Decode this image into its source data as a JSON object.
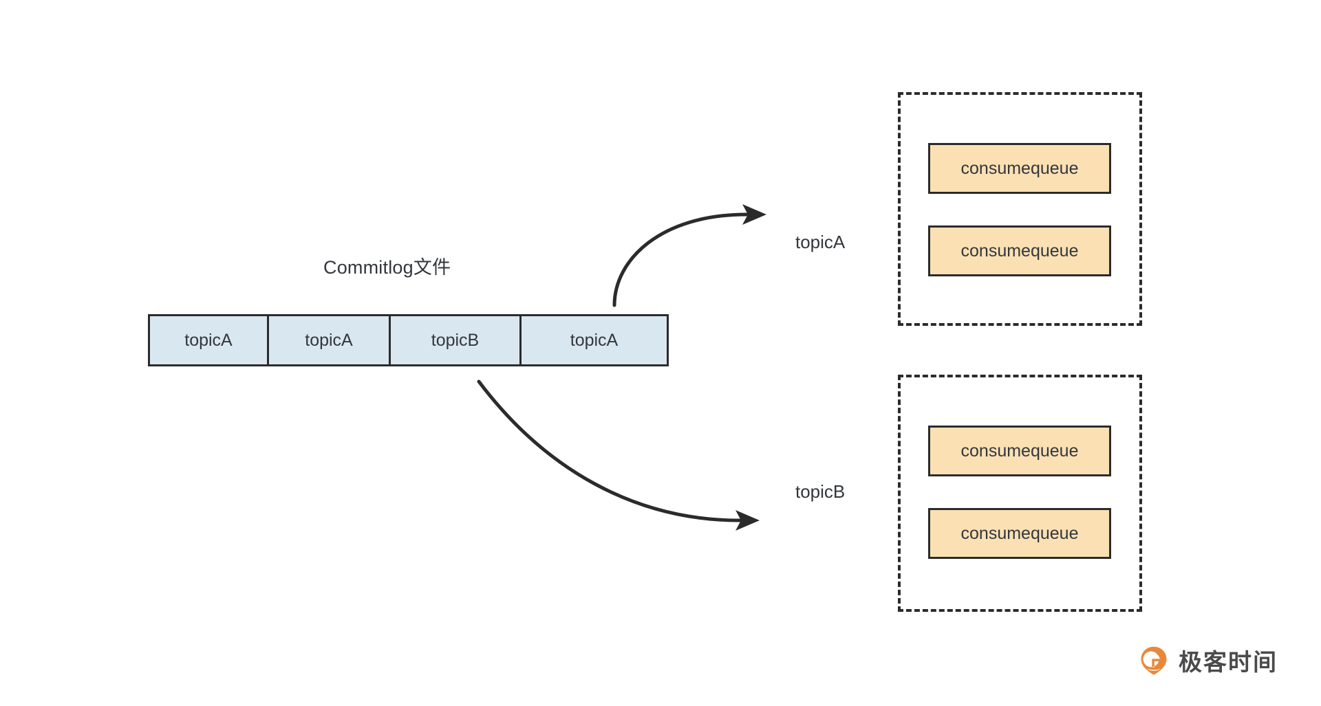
{
  "diagram": {
    "title": "Commitlog文件",
    "commitlog": {
      "label": "Commitlog文件",
      "cells": [
        {
          "label": "topicA"
        },
        {
          "label": "topicA"
        },
        {
          "label": "topicB"
        },
        {
          "label": "topicA"
        }
      ],
      "fill_color": "#d9e7f0",
      "border_color": "#2b2b2b"
    },
    "topic_groups": [
      {
        "label": "topicA",
        "queues": [
          {
            "label": "consumequeue"
          },
          {
            "label": "consumequeue"
          }
        ],
        "fill_color": "#fbe0b4",
        "border_color": "#2b2b2b",
        "border_style": "dashed"
      },
      {
        "label": "topicB",
        "queues": [
          {
            "label": "consumequeue"
          },
          {
            "label": "consumequeue"
          }
        ],
        "fill_color": "#fbe0b4",
        "border_color": "#2b2b2b",
        "border_style": "dashed"
      }
    ],
    "arrows": [
      {
        "name": "commitlog-to-topicA",
        "from": "commitlog",
        "to": "topicA-group"
      },
      {
        "name": "commitlog-to-topicB",
        "from": "commitlog",
        "to": "topicB-group"
      }
    ],
    "background_color": "#ffffff"
  },
  "watermark": {
    "brand_text": "极客时间",
    "icon": "geektime-logo-icon",
    "accent_color": "#e8883a",
    "text_color": "#4a4a4a"
  }
}
